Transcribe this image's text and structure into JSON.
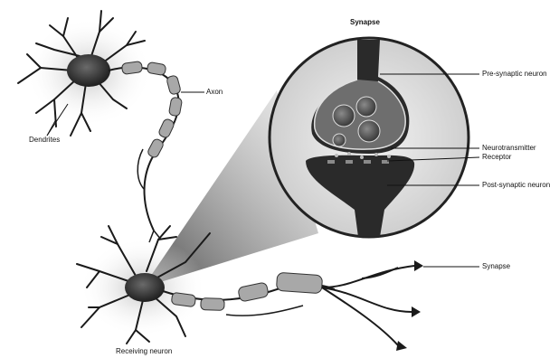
{
  "labels": {
    "synapse_title": "Synapse",
    "axon": "Axon",
    "dendrites": "Dendrites",
    "pre_synaptic_neuron": "Pre-synaptic neuron",
    "neurotransmitter": "Neurotransmitter",
    "receptor": "Receptor",
    "post_synaptic_neuron": "Post-synaptic neuron",
    "synapse": "Synapse",
    "receiving_neuron": "Receiving neuron"
  },
  "colors": {
    "ink": "#111111",
    "dark_fill": "#2a2a2a",
    "mid_gray": "#8f8f8f",
    "light_gray": "#d9d9d9",
    "halo": "#c8c8c8"
  }
}
